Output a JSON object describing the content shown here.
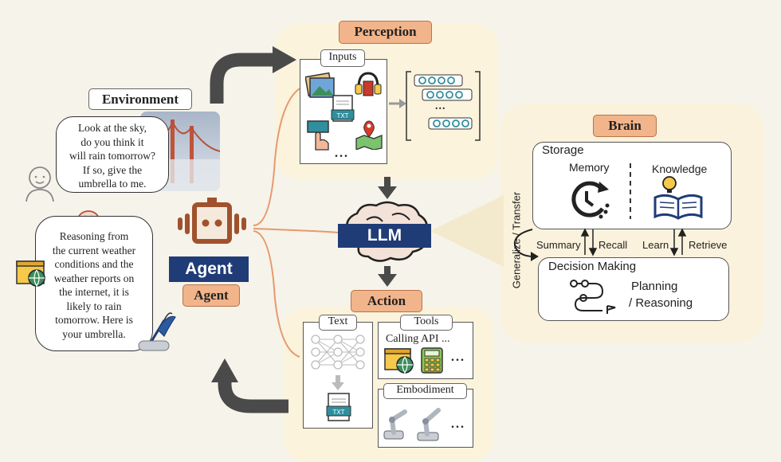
{
  "environment": {
    "title": "Environment",
    "message": [
      "Look at the sky,",
      "do you think it",
      "will rain tomorrow?",
      "If so, give the",
      "umbrella to me."
    ]
  },
  "agent": {
    "reasoning": [
      "Reasoning from",
      "the current weather",
      "conditions and the",
      "weather reports on",
      "the internet, it is",
      "likely to rain",
      "tomorrow. Here is",
      "your umbrella."
    ],
    "badge": "Agent",
    "label": "Agent"
  },
  "perception": {
    "title": "Perception",
    "inputs_label": "Inputs",
    "more": "...",
    "token_more": "..."
  },
  "llm": {
    "label": "LLM"
  },
  "action": {
    "title": "Action",
    "text_label": "Text",
    "txt_icon": "TXT",
    "tools_label": "Tools",
    "tools_caption": "Calling API ...",
    "tools_more": "...",
    "embodiment_label": "Embodiment",
    "embodiment_more": "..."
  },
  "brain": {
    "title": "Brain",
    "storage": "Storage",
    "memory": "Memory",
    "knowledge": "Knowledge",
    "summary": "Summary",
    "recall": "Recall",
    "learn": "Learn",
    "retrieve": "Retrieve",
    "generalize": "Generalize / Transfer",
    "decision": "Decision Making",
    "planning": "Planning",
    "reasoning": "/ Reasoning"
  },
  "colors": {
    "orange": "#f2b48a",
    "navy": "#1f3c77",
    "arrow": "#4a4a4a",
    "connector": "#e69a6c"
  }
}
